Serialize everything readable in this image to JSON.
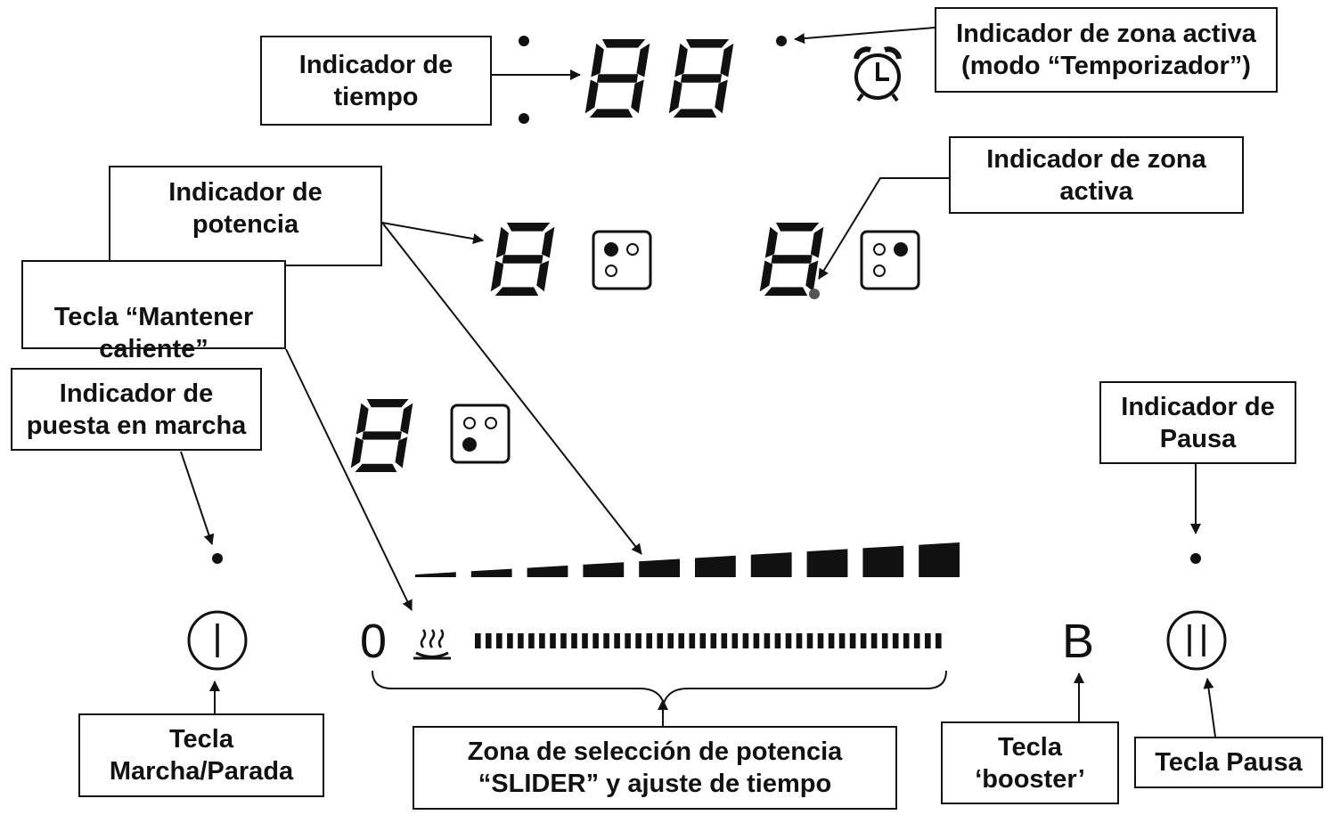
{
  "labels": {
    "tiempo": [
      "Indicador de",
      "tiempo"
    ],
    "zona_activa_temporizador": [
      "Indicador de zona activa",
      "(modo “Temporizador”)"
    ],
    "potencia": [
      "Indicador de",
      "potencia"
    ],
    "zona_activa": [
      "Indicador de zona",
      "activa"
    ],
    "mantener_caliente": [
      "Tecla “Mantener",
      "caliente”"
    ],
    "puesta_en_marcha": [
      "Indicador de",
      "puesta en marcha"
    ],
    "pausa_indicador": [
      "Indicador de",
      "Pausa"
    ],
    "marcha_parada": [
      "Tecla",
      "Marcha/Parada"
    ],
    "slider": [
      "Zona de selección de potencia",
      "“SLIDER” y ajuste de tiempo"
    ],
    "booster": [
      "Tecla",
      "‘booster’"
    ],
    "pausa_tecla": [
      "Tecla Pausa"
    ]
  },
  "panel": {
    "zero_key": "0",
    "booster_key": "B",
    "power_levels": 10,
    "slider_ticks": 44
  },
  "icons": {
    "alarm": "alarm-clock-icon",
    "zone_top_left": "cooktop-zone-top-left-icon",
    "zone_top_right": "cooktop-zone-top-right-icon",
    "zone_bottom_left": "cooktop-zone-bottom-left-icon",
    "keep_warm": "keep-warm-steam-icon",
    "on_off": "power-on-icon",
    "pause": "pause-icon"
  },
  "colors": {
    "ink": "#111111",
    "background": "#ffffff"
  }
}
